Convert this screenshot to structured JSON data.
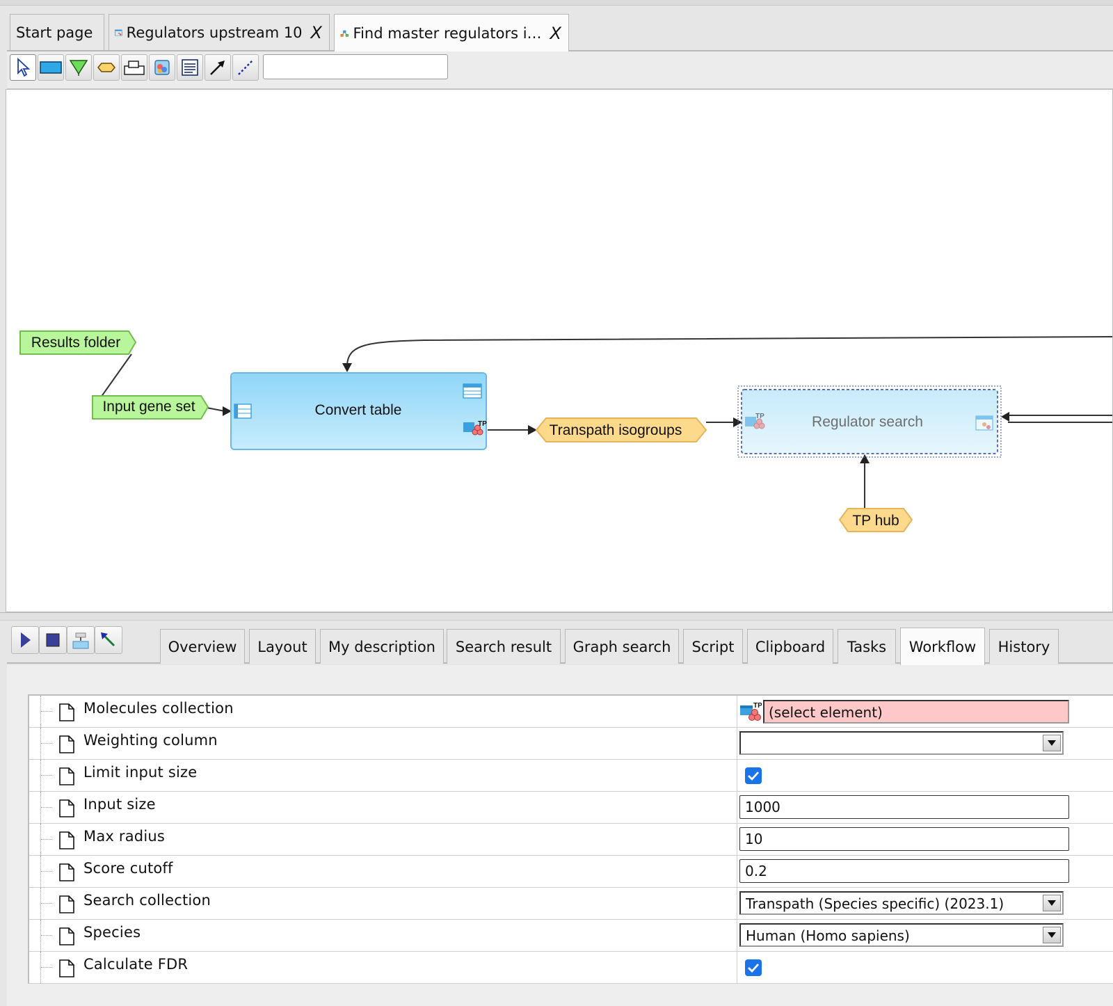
{
  "tabs": [
    {
      "label": "Start page",
      "closable": false
    },
    {
      "label": "Regulators upstream 10",
      "closable": true
    },
    {
      "label": "Find master regulators i…",
      "closable": true,
      "active": true
    }
  ],
  "close_glyph": "X",
  "toolbar": {
    "tools": [
      {
        "name": "select-pointer-icon"
      },
      {
        "name": "analysis-rectangle-icon"
      },
      {
        "name": "filter-funnel-icon"
      },
      {
        "name": "variable-ellipse-icon"
      },
      {
        "name": "cycle-box-icon"
      },
      {
        "name": "script-icon"
      },
      {
        "name": "note-icon"
      },
      {
        "name": "arrow-link-icon"
      },
      {
        "name": "dashed-link-icon"
      }
    ],
    "search_value": ""
  },
  "diagram": {
    "nodes": {
      "results_folder": "Results folder",
      "input_gene_set": "Input gene set",
      "convert_table": "Convert table",
      "transpath_isogroups": "Transpath isogroups",
      "regulator_search": "Regulator search",
      "tp_hub": "TP hub"
    },
    "colors": {
      "green_param_fill": "#b9f59b",
      "green_param_border": "#73bc4f",
      "orange_var_fill": "#fdd98c",
      "orange_var_border": "#e5b45c",
      "analysis_fill_top": "#8fd6f8",
      "analysis_fill_bottom": "#c8ecfc",
      "analysis_border": "#6ab8e2"
    },
    "tp_badge": "TP"
  },
  "bottom_panel": {
    "tabs": [
      "Overview",
      "Layout",
      "My description",
      "Search result",
      "Graph search",
      "Script",
      "Clipboard",
      "Tasks",
      "Workflow",
      "History"
    ],
    "active_tab": "Workflow",
    "controls": [
      {
        "name": "run-icon"
      },
      {
        "name": "stop-icon"
      },
      {
        "name": "export-icon"
      },
      {
        "name": "locate-icon"
      }
    ]
  },
  "properties": [
    {
      "label": "Molecules collection",
      "type": "element",
      "value": "(select element)",
      "badge": "TP"
    },
    {
      "label": "Weighting column",
      "type": "select",
      "value": ""
    },
    {
      "label": "Limit input size",
      "type": "checkbox",
      "checked": true
    },
    {
      "label": "Input size",
      "type": "text",
      "value": "1000"
    },
    {
      "label": "Max radius",
      "type": "text",
      "value": "10"
    },
    {
      "label": "Score cutoff",
      "type": "text",
      "value": "0.2"
    },
    {
      "label": "Search collection",
      "type": "select",
      "value": "Transpath (Species specific) (2023.1)"
    },
    {
      "label": "Species",
      "type": "select",
      "value": "Human (Homo sapiens)"
    },
    {
      "label": "Calculate FDR",
      "type": "checkbox",
      "checked": true
    }
  ]
}
